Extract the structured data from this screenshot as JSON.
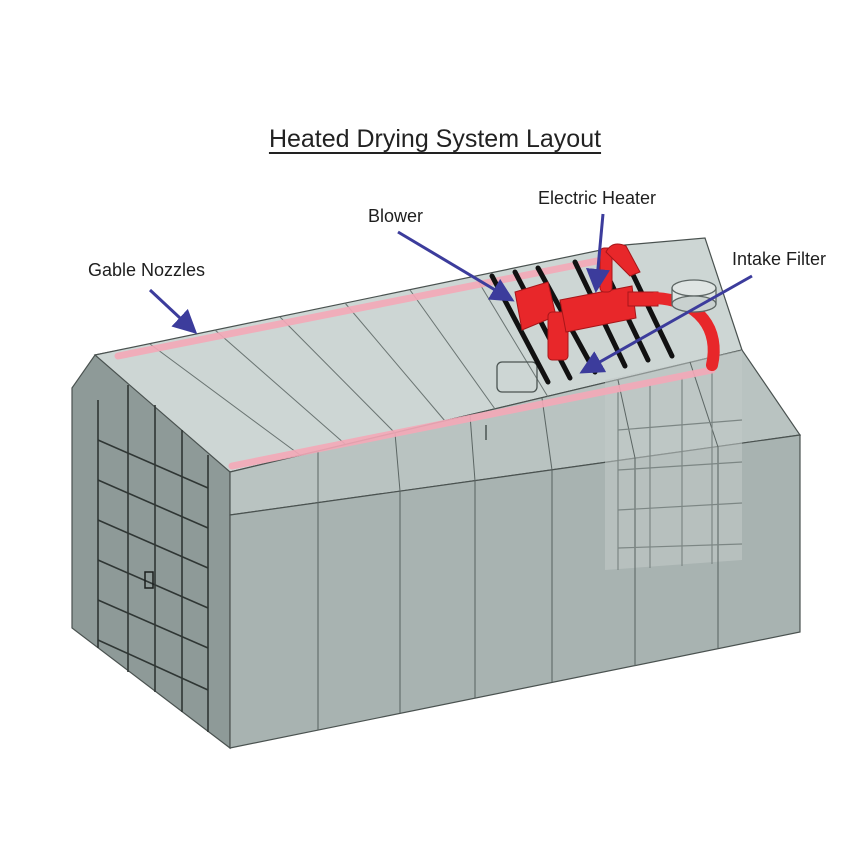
{
  "title": "Heated Drying System Layout",
  "labels": {
    "gable_nozzles": "Gable Nozzles",
    "blower": "Blower",
    "electric_heater": "Electric Heater",
    "intake_filter": "Intake Filter"
  },
  "colors": {
    "building_fill": "#a7b3b0",
    "building_edge": "#4a5250",
    "nozzle_pipe": "#f4a9b8",
    "duct_red": "#e8272a",
    "arrow": "#3c3c9c",
    "rafter": "#111111"
  }
}
